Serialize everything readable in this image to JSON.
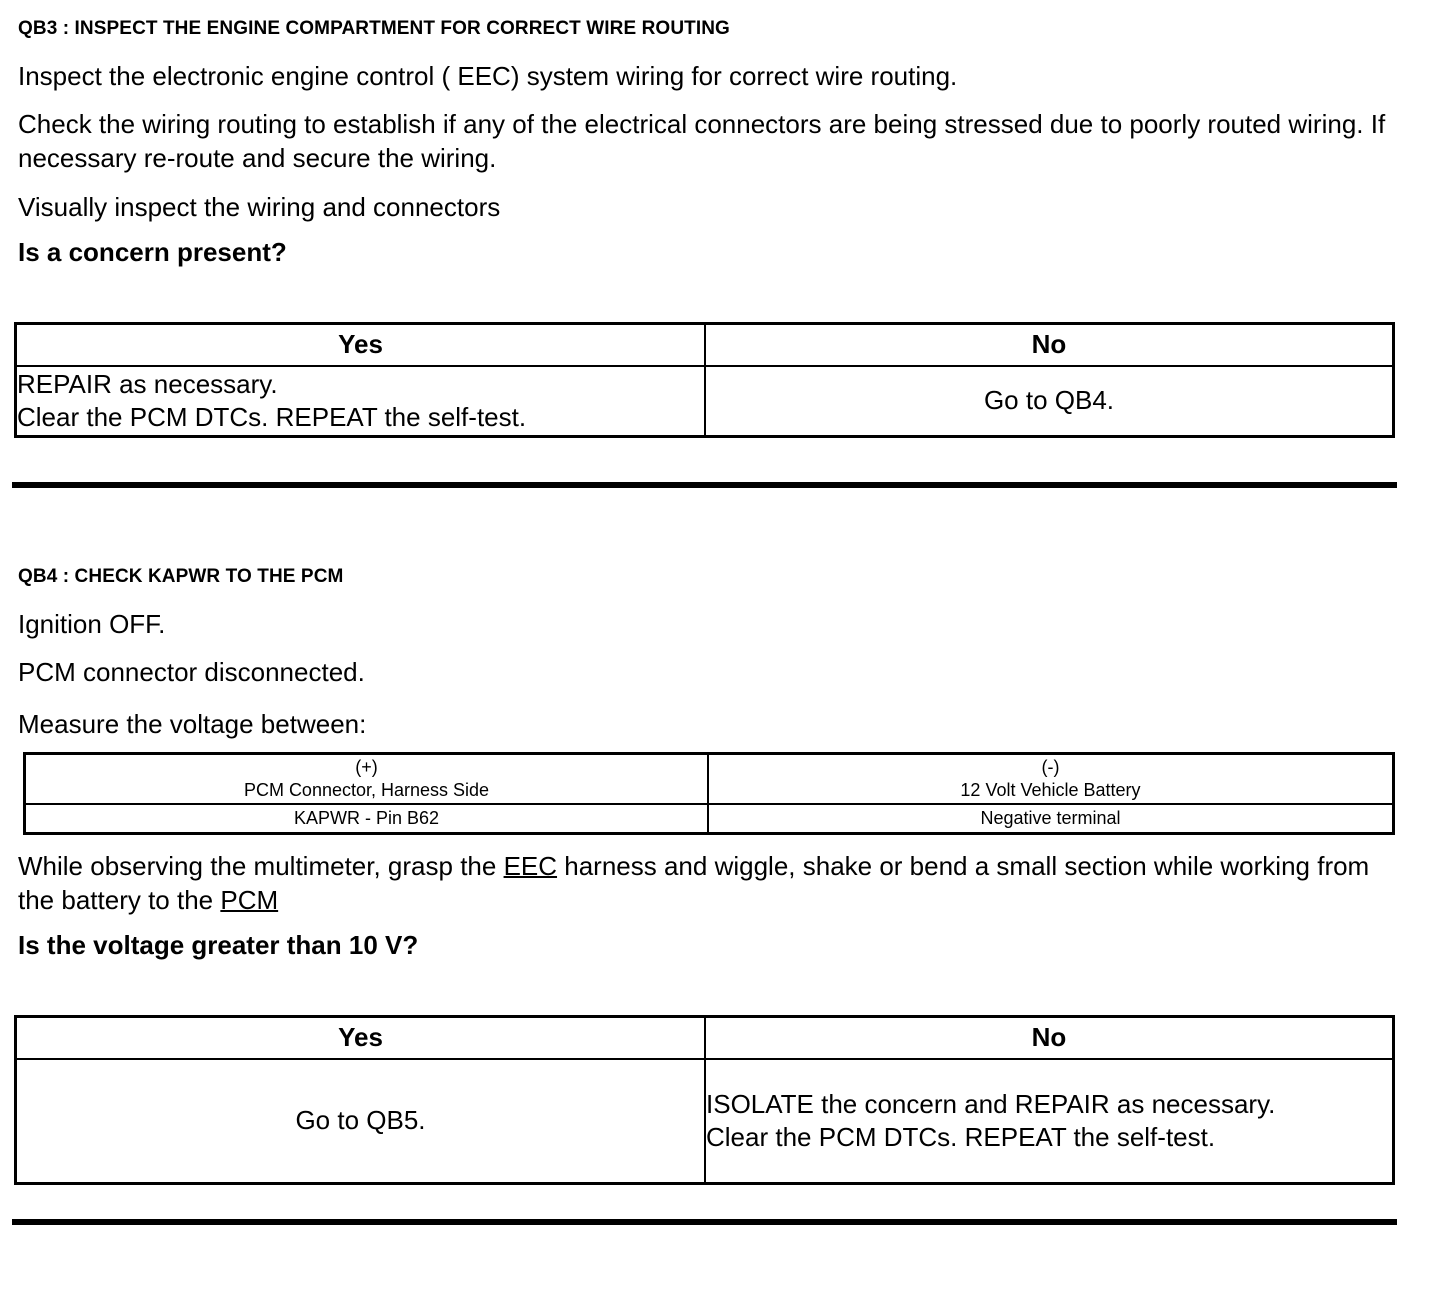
{
  "document": {
    "type": "diagnostic-pinpoint-test"
  },
  "steps": [
    {
      "id": "QB3",
      "heading": "QB3 : INSPECT THE ENGINE COMPARTMENT FOR CORRECT WIRE ROUTING",
      "instructions": [
        "Inspect the electronic engine control ( EEC) system wiring for correct wire routing.",
        "Check the wiring routing to establish if any of the electrical connectors are being stressed due to poorly routed wiring. If necessary re-route and secure the wiring.",
        "Visually inspect the wiring and connectors"
      ],
      "question": "Is a concern present?",
      "decision_table": {
        "headers": [
          "Yes",
          "No"
        ],
        "yes_lines": [
          "REPAIR as necessary.",
          "Clear the PCM DTCs. REPEAT the self-test."
        ],
        "no_lines": [
          "Go to QB4."
        ]
      }
    },
    {
      "id": "QB4",
      "heading": "QB4 : CHECK KAPWR TO THE PCM",
      "instructions": [
        "Ignition OFF.",
        "PCM connector disconnected.",
        "Measure the voltage between:"
      ],
      "measurement_table": {
        "positive": {
          "polarity": "(+)",
          "source": "PCM Connector, Harness Side",
          "point": "KAPWR - Pin B62"
        },
        "negative": {
          "polarity": "(-)",
          "source": "12 Volt Vehicle Battery",
          "point": "Negative terminal"
        }
      },
      "procedure": {
        "line1_part1": "While observing the multimeter, grasp the ",
        "line1_term": "EEC",
        "line1_part2": " harness and wiggle, shake or bend a small section while working from the battery to the ",
        "line2_term": "PCM"
      },
      "question": "Is the voltage greater than 10 V?",
      "decision_table": {
        "headers": [
          "Yes",
          "No"
        ],
        "yes_lines": [
          "Go to QB5."
        ],
        "no_lines": [
          "ISOLATE the concern and REPAIR as necessary.",
          "Clear the PCM DTCs. REPEAT the self-test."
        ]
      }
    }
  ]
}
